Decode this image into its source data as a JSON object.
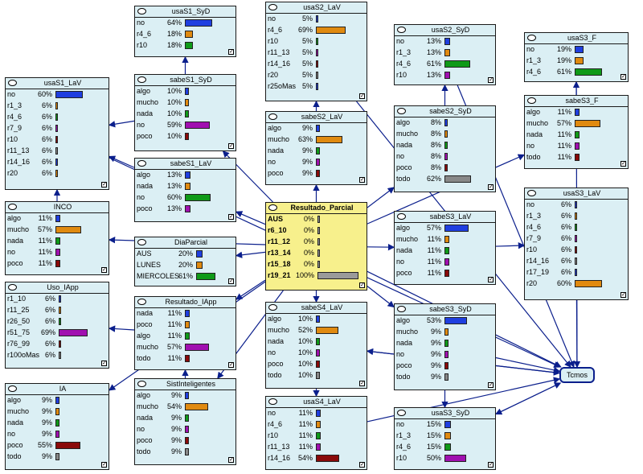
{
  "colors": {
    "node_bg": "#dbeff4",
    "selected_bg": "#f7f08c",
    "edge": "#0b1f8c",
    "bar_palette": [
      "#1f3fe0",
      "#e08a10",
      "#0f9a18",
      "#a010b0",
      "#8a0a0a",
      "#888888"
    ]
  },
  "nodes": [
    {
      "id": "usaS1_SyD",
      "title": "usaS1_SyD",
      "states": [
        {
          "label": "no",
          "pct": "64%",
          "value": 0.64
        },
        {
          "label": "r4_6",
          "pct": "18%",
          "value": 0.18
        },
        {
          "label": "r10",
          "pct": "18%",
          "value": 0.18
        }
      ]
    },
    {
      "id": "usaS2_LaV",
      "title": "usaS2_LaV",
      "states": [
        {
          "label": "no",
          "pct": "5%",
          "value": 0.05
        },
        {
          "label": "r4_6",
          "pct": "69%",
          "value": 0.69
        },
        {
          "label": "r10",
          "pct": "5%",
          "value": 0.05
        },
        {
          "label": "r11_13",
          "pct": "5%",
          "value": 0.05
        },
        {
          "label": "r14_16",
          "pct": "5%",
          "value": 0.05
        },
        {
          "label": "r20",
          "pct": "5%",
          "value": 0.05
        },
        {
          "label": "r25oMas",
          "pct": "5%",
          "value": 0.05
        }
      ]
    },
    {
      "id": "usaS2_SyD",
      "title": "usaS2_SyD",
      "states": [
        {
          "label": "no",
          "pct": "13%",
          "value": 0.13
        },
        {
          "label": "r1_3",
          "pct": "13%",
          "value": 0.13
        },
        {
          "label": "r4_6",
          "pct": "61%",
          "value": 0.61
        },
        {
          "label": "r10",
          "pct": "13%",
          "value": 0.13
        }
      ]
    },
    {
      "id": "usaS3_F",
      "title": "usaS3_F",
      "states": [
        {
          "label": "no",
          "pct": "19%",
          "value": 0.19
        },
        {
          "label": "r1_3",
          "pct": "19%",
          "value": 0.19
        },
        {
          "label": "r4_6",
          "pct": "61%",
          "value": 0.61
        }
      ]
    },
    {
      "id": "usaS1_LaV",
      "title": "usaS1_LaV",
      "states": [
        {
          "label": "no",
          "pct": "60%",
          "value": 0.6
        },
        {
          "label": "r1_3",
          "pct": "6%",
          "value": 0.06
        },
        {
          "label": "r4_6",
          "pct": "6%",
          "value": 0.06
        },
        {
          "label": "r7_9",
          "pct": "6%",
          "value": 0.06
        },
        {
          "label": "r10",
          "pct": "6%",
          "value": 0.06
        },
        {
          "label": "r11_13",
          "pct": "6%",
          "value": 0.06
        },
        {
          "label": "r14_16",
          "pct": "6%",
          "value": 0.06
        },
        {
          "label": "r20",
          "pct": "6%",
          "value": 0.06
        }
      ]
    },
    {
      "id": "sabeS1_SyD",
      "title": "sabeS1_SyD",
      "states": [
        {
          "label": "algo",
          "pct": "10%",
          "value": 0.1
        },
        {
          "label": "mucho",
          "pct": "10%",
          "value": 0.1
        },
        {
          "label": "nada",
          "pct": "10%",
          "value": 0.1
        },
        {
          "label": "no",
          "pct": "59%",
          "value": 0.59
        },
        {
          "label": "poco",
          "pct": "10%",
          "value": 0.1
        }
      ]
    },
    {
      "id": "sabeS2_LaV",
      "title": "sabeS2_LaV",
      "states": [
        {
          "label": "algo",
          "pct": "9%",
          "value": 0.09
        },
        {
          "label": "mucho",
          "pct": "63%",
          "value": 0.63
        },
        {
          "label": "nada",
          "pct": "9%",
          "value": 0.09
        },
        {
          "label": "no",
          "pct": "9%",
          "value": 0.09
        },
        {
          "label": "poco",
          "pct": "9%",
          "value": 0.09
        }
      ]
    },
    {
      "id": "sabeS2_SyD",
      "title": "sabeS2_SyD",
      "states": [
        {
          "label": "algo",
          "pct": "8%",
          "value": 0.08
        },
        {
          "label": "mucho",
          "pct": "8%",
          "value": 0.08
        },
        {
          "label": "nada",
          "pct": "8%",
          "value": 0.08
        },
        {
          "label": "no",
          "pct": "8%",
          "value": 0.08
        },
        {
          "label": "poco",
          "pct": "8%",
          "value": 0.08
        },
        {
          "label": "todo",
          "pct": "62%",
          "value": 0.62
        }
      ]
    },
    {
      "id": "sabeS3_F",
      "title": "sabeS3_F",
      "states": [
        {
          "label": "algo",
          "pct": "11%",
          "value": 0.11
        },
        {
          "label": "mucho",
          "pct": "57%",
          "value": 0.57
        },
        {
          "label": "nada",
          "pct": "11%",
          "value": 0.11
        },
        {
          "label": "no",
          "pct": "11%",
          "value": 0.11
        },
        {
          "label": "todo",
          "pct": "11%",
          "value": 0.11
        }
      ]
    },
    {
      "id": "sabeS1_LaV",
      "title": "sabeS1_LaV",
      "states": [
        {
          "label": "algo",
          "pct": "13%",
          "value": 0.13
        },
        {
          "label": "nada",
          "pct": "13%",
          "value": 0.13
        },
        {
          "label": "no",
          "pct": "60%",
          "value": 0.6
        },
        {
          "label": "poco",
          "pct": "13%",
          "value": 0.13
        }
      ]
    },
    {
      "id": "Resultado_Parcial",
      "title": "Resultado_Parcial",
      "selected": true,
      "states": [
        {
          "label": "AUS",
          "pct": "0%",
          "value": 0
        },
        {
          "label": "r6_10",
          "pct": "0%",
          "value": 0
        },
        {
          "label": "r11_12",
          "pct": "0%",
          "value": 0
        },
        {
          "label": "r13_14",
          "pct": "0%",
          "value": 0
        },
        {
          "label": "r15_18",
          "pct": "0%",
          "value": 0
        },
        {
          "label": "r19_21",
          "pct": "100%",
          "value": 1.0
        }
      ]
    },
    {
      "id": "usaS3_LaV",
      "title": "usaS3_LaV",
      "states": [
        {
          "label": "no",
          "pct": "6%",
          "value": 0.06
        },
        {
          "label": "r1_3",
          "pct": "6%",
          "value": 0.06
        },
        {
          "label": "r4_6",
          "pct": "6%",
          "value": 0.06
        },
        {
          "label": "r7_9",
          "pct": "6%",
          "value": 0.06
        },
        {
          "label": "r10",
          "pct": "6%",
          "value": 0.06
        },
        {
          "label": "r14_16",
          "pct": "6%",
          "value": 0.06
        },
        {
          "label": "r17_19",
          "pct": "6%",
          "value": 0.06
        },
        {
          "label": "r20",
          "pct": "60%",
          "value": 0.6
        }
      ]
    },
    {
      "id": "INCO",
      "title": "INCO",
      "states": [
        {
          "label": "algo",
          "pct": "11%",
          "value": 0.11
        },
        {
          "label": "mucho",
          "pct": "57%",
          "value": 0.57
        },
        {
          "label": "nada",
          "pct": "11%",
          "value": 0.11
        },
        {
          "label": "no",
          "pct": "11%",
          "value": 0.11
        },
        {
          "label": "poco",
          "pct": "11%",
          "value": 0.11
        }
      ]
    },
    {
      "id": "DiaParcial",
      "title": "DiaParcial",
      "states": [
        {
          "label": "AUS",
          "pct": "20%",
          "value": 0.2
        },
        {
          "label": "LUNES",
          "pct": "20%",
          "value": 0.2
        },
        {
          "label": "MIERCOLES",
          "pct": "61%",
          "value": 0.61
        }
      ]
    },
    {
      "id": "sabeS3_LaV",
      "title": "sabeS3_LaV",
      "states": [
        {
          "label": "algo",
          "pct": "57%",
          "value": 0.57
        },
        {
          "label": "mucho",
          "pct": "11%",
          "value": 0.11
        },
        {
          "label": "nada",
          "pct": "11%",
          "value": 0.11
        },
        {
          "label": "no",
          "pct": "11%",
          "value": 0.11
        },
        {
          "label": "poco",
          "pct": "11%",
          "value": 0.11
        }
      ]
    },
    {
      "id": "Uso_IApp",
      "title": "Uso_IApp",
      "states": [
        {
          "label": "r1_10",
          "pct": "6%",
          "value": 0.06
        },
        {
          "label": "r11_25",
          "pct": "6%",
          "value": 0.06
        },
        {
          "label": "r26_50",
          "pct": "6%",
          "value": 0.06
        },
        {
          "label": "r51_75",
          "pct": "69%",
          "value": 0.69
        },
        {
          "label": "r76_99",
          "pct": "6%",
          "value": 0.06
        },
        {
          "label": "r100oMas",
          "pct": "6%",
          "value": 0.06
        }
      ]
    },
    {
      "id": "Resultado_IApp",
      "title": "Resultado_IApp",
      "states": [
        {
          "label": "nada",
          "pct": "11%",
          "value": 0.11
        },
        {
          "label": "poco",
          "pct": "11%",
          "value": 0.11
        },
        {
          "label": "algo",
          "pct": "11%",
          "value": 0.11
        },
        {
          "label": "mucho",
          "pct": "57%",
          "value": 0.57
        },
        {
          "label": "todo",
          "pct": "11%",
          "value": 0.11
        }
      ]
    },
    {
      "id": "sabeS4_LaV",
      "title": "sabeS4_LaV",
      "states": [
        {
          "label": "algo",
          "pct": "10%",
          "value": 0.1
        },
        {
          "label": "mucho",
          "pct": "52%",
          "value": 0.52
        },
        {
          "label": "nada",
          "pct": "10%",
          "value": 0.1
        },
        {
          "label": "no",
          "pct": "10%",
          "value": 0.1
        },
        {
          "label": "poco",
          "pct": "10%",
          "value": 0.1
        },
        {
          "label": "todo",
          "pct": "10%",
          "value": 0.1
        }
      ]
    },
    {
      "id": "sabeS3_SyD",
      "title": "sabeS3_SyD",
      "states": [
        {
          "label": "algo",
          "pct": "53%",
          "value": 0.53
        },
        {
          "label": "mucho",
          "pct": "9%",
          "value": 0.09
        },
        {
          "label": "nada",
          "pct": "9%",
          "value": 0.09
        },
        {
          "label": "no",
          "pct": "9%",
          "value": 0.09
        },
        {
          "label": "poco",
          "pct": "9%",
          "value": 0.09
        },
        {
          "label": "todo",
          "pct": "9%",
          "value": 0.09
        }
      ]
    },
    {
      "id": "IA",
      "title": "IA",
      "states": [
        {
          "label": "algo",
          "pct": "9%",
          "value": 0.09
        },
        {
          "label": "mucho",
          "pct": "9%",
          "value": 0.09
        },
        {
          "label": "nada",
          "pct": "9%",
          "value": 0.09
        },
        {
          "label": "no",
          "pct": "9%",
          "value": 0.09
        },
        {
          "label": "poco",
          "pct": "55%",
          "value": 0.55
        },
        {
          "label": "todo",
          "pct": "9%",
          "value": 0.09
        }
      ]
    },
    {
      "id": "SistInteligentes",
      "title": "SistInteligentes",
      "states": [
        {
          "label": "algo",
          "pct": "9%",
          "value": 0.09
        },
        {
          "label": "mucho",
          "pct": "54%",
          "value": 0.54
        },
        {
          "label": "nada",
          "pct": "9%",
          "value": 0.09
        },
        {
          "label": "no",
          "pct": "9%",
          "value": 0.09
        },
        {
          "label": "poco",
          "pct": "9%",
          "value": 0.09
        },
        {
          "label": "todo",
          "pct": "9%",
          "value": 0.09
        }
      ]
    },
    {
      "id": "usaS4_LaV",
      "title": "usaS4_LaV",
      "states": [
        {
          "label": "no",
          "pct": "11%",
          "value": 0.11
        },
        {
          "label": "r4_6",
          "pct": "11%",
          "value": 0.11
        },
        {
          "label": "r10",
          "pct": "11%",
          "value": 0.11
        },
        {
          "label": "r11_13",
          "pct": "11%",
          "value": 0.11
        },
        {
          "label": "r14_16",
          "pct": "54%",
          "value": 0.54
        }
      ]
    },
    {
      "id": "usaS3_SyD",
      "title": "usaS3_SyD",
      "states": [
        {
          "label": "no",
          "pct": "15%",
          "value": 0.15
        },
        {
          "label": "r1_3",
          "pct": "15%",
          "value": 0.15
        },
        {
          "label": "r4_6",
          "pct": "15%",
          "value": 0.15
        },
        {
          "label": "r10",
          "pct": "50%",
          "value": 0.5
        }
      ]
    }
  ],
  "chance_node": {
    "id": "Tcmos",
    "label": "Tcmos"
  },
  "edges": [
    [
      "sabeS1_SyD",
      "usaS1_SyD"
    ],
    [
      "sabeS1_SyD",
      "usaS1_LaV"
    ],
    [
      "sabeS1_LaV",
      "usaS1_LaV"
    ],
    [
      "sabeS2_LaV",
      "usaS2_LaV"
    ],
    [
      "sabeS2_SyD",
      "usaS2_SyD"
    ],
    [
      "sabeS3_F",
      "usaS3_F"
    ],
    [
      "sabeS3_LaV",
      "usaS3_LaV"
    ],
    [
      "sabeS4_LaV",
      "usaS4_LaV"
    ],
    [
      "sabeS3_SyD",
      "usaS3_SyD"
    ],
    [
      "Resultado_Parcial",
      "sabeS1_SyD"
    ],
    [
      "Resultado_Parcial",
      "sabeS1_LaV"
    ],
    [
      "Resultado_Parcial",
      "sabeS2_LaV"
    ],
    [
      "Resultado_Parcial",
      "sabeS2_SyD"
    ],
    [
      "Resultado_Parcial",
      "sabeS3_F"
    ],
    [
      "Resultado_Parcial",
      "sabeS3_LaV"
    ],
    [
      "Resultado_Parcial",
      "sabeS4_LaV"
    ],
    [
      "Resultado_Parcial",
      "sabeS3_SyD"
    ],
    [
      "Resultado_Parcial",
      "INCO"
    ],
    [
      "Resultado_Parcial",
      "DiaParcial"
    ],
    [
      "Resultado_Parcial",
      "Resultado_IApp"
    ],
    [
      "Resultado_Parcial",
      "IA"
    ],
    [
      "Resultado_Parcial",
      "SistInteligentes"
    ],
    [
      "Resultado_Parcial",
      "Tcmos"
    ],
    [
      "INCO",
      "usaS1_LaV"
    ],
    [
      "Resultado_IApp",
      "Uso_IApp"
    ],
    [
      "SistInteligentes",
      "Resultado_IApp"
    ],
    [
      "usaS1_LaV",
      "Tcmos"
    ],
    [
      "usaS2_LaV",
      "Tcmos"
    ],
    [
      "usaS3_LaV",
      "Tcmos"
    ],
    [
      "usaS4_LaV",
      "Tcmos"
    ],
    [
      "usaS3_SyD",
      "Tcmos"
    ],
    [
      "usaS3_F",
      "Tcmos"
    ],
    [
      "usaS2_SyD",
      "Tcmos"
    ],
    [
      "sabeS3_SyD",
      "Tcmos"
    ],
    [
      "sabeS4_LaV",
      "Tcmos"
    ],
    [
      "Tcmos",
      "sabeS4_LaV"
    ],
    [
      "Tcmos",
      "usaS3_SyD"
    ]
  ]
}
